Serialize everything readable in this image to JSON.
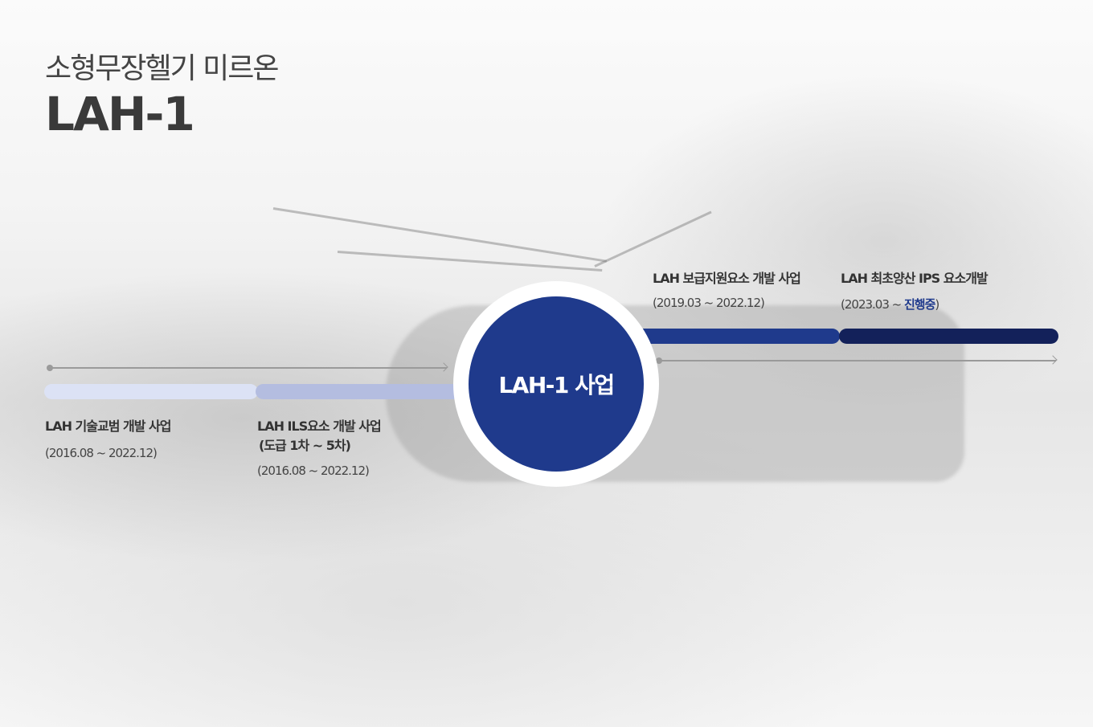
{
  "header": {
    "subtitle": "소형무장헬기 미르온",
    "title": "LAH-1"
  },
  "center": {
    "label": "LAH-1 사업"
  },
  "colors": {
    "navy": "#1f3a8c",
    "dark_navy": "#13215a",
    "light": "#dce2f5",
    "mid": "#b4bde0",
    "accent_text": "#1f3a8c"
  },
  "projects": [
    {
      "title": "LAH 기술교범 개발 사업",
      "period": "(2016.08 ~ 2022.12)"
    },
    {
      "title": "LAH ILS요소 개발 사업",
      "title2": "(도급 1차 ~ 5차)",
      "period": "(2016.08 ~ 2022.12)"
    },
    {
      "title": "LAH 보급지원요소 개발 사업",
      "period": "(2019.03 ~ 2022.12)"
    },
    {
      "title": "LAH 최초양산 IPS 요소개발",
      "period_start": "(2023.03 ~ ",
      "status": "진행중",
      "period_end": ")"
    }
  ]
}
